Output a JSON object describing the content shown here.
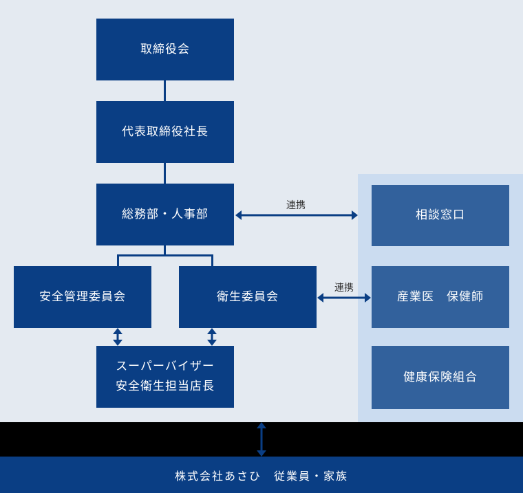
{
  "colors": {
    "primary_navy": "#0a3e84",
    "secondary_blue": "#32619c",
    "panel_background": "#cbdcf0",
    "page_background": "#e4eaf1",
    "band_black": "#000000",
    "cooperation_label_text": "#333333",
    "box_text": "#ffffff"
  },
  "org_chart": {
    "nodes": {
      "board": "取締役会",
      "president": "代表取締役社長",
      "general_affairs_hr": "総務部・人事部",
      "safety_management_committee": "安全管理委員会",
      "hygiene_committee": "衛生委員会",
      "supervisor_line1": "スーパーバイザー",
      "supervisor_line2": "安全衛生担当店長"
    },
    "external": {
      "consultation_desk": "相談窓口",
      "industrial_physician": "産業医　保健師",
      "health_insurance": "健康保険組合"
    },
    "connector_labels": {
      "cooperation_top": "連携",
      "cooperation_middle": "連携"
    },
    "footer": {
      "label": "株式会社あさひ　従業員・家族"
    }
  }
}
